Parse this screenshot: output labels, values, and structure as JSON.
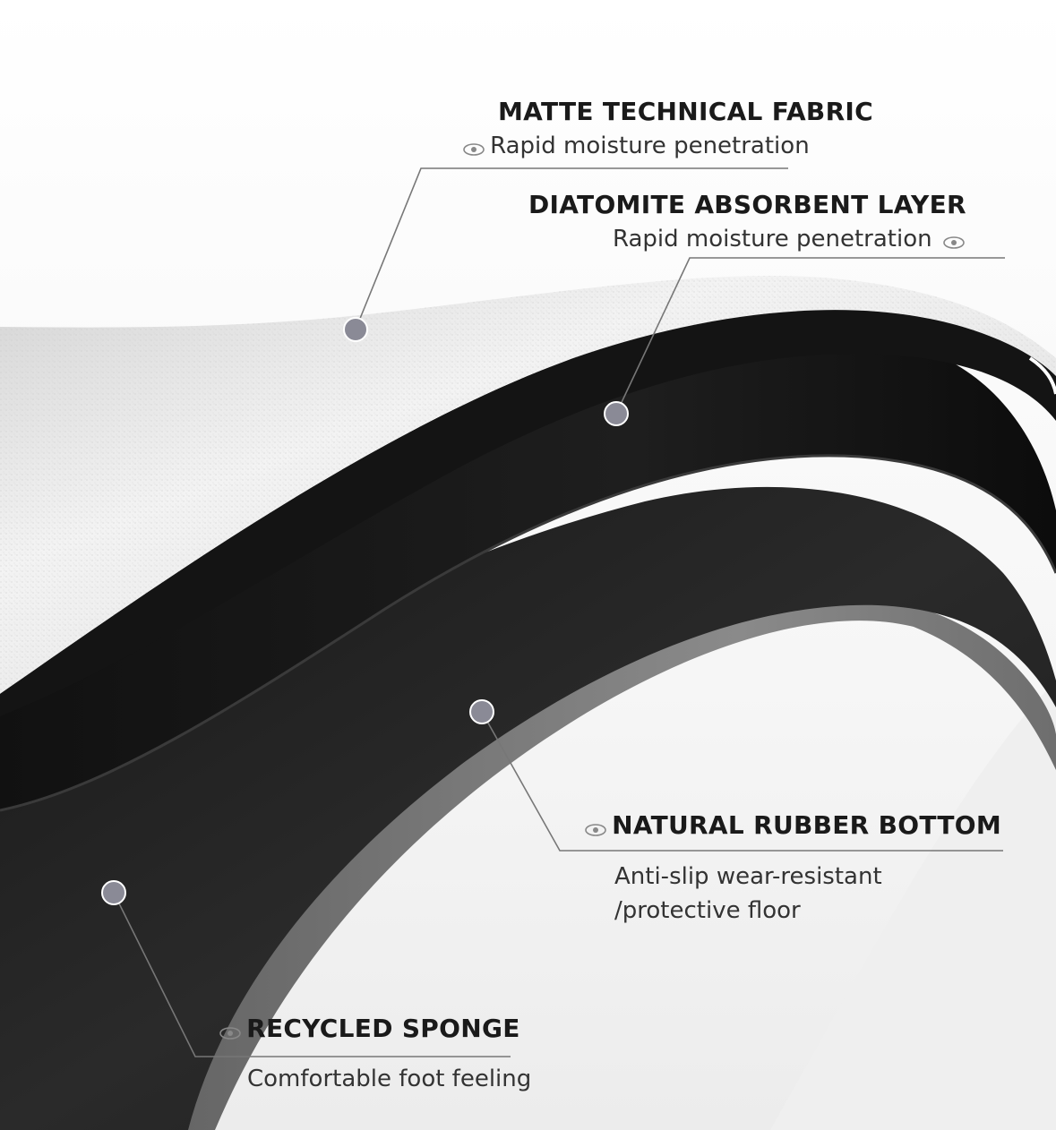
{
  "callouts": [
    {
      "title": "MATTE TECHNICAL FABRIC",
      "subtitle": "Rapid moisture penetration"
    },
    {
      "title": "DIATOMITE ABSORBENT LAYER",
      "subtitle": "Rapid moisture penetration"
    },
    {
      "title": "NATURAL RUBBER BOTTOM",
      "subtitle_line1": "Anti-slip wear-resistant",
      "subtitle_line2": "/protective floor"
    },
    {
      "title": "RECYCLED SPONGE",
      "subtitle": "Comfortable foot feeling"
    }
  ],
  "colors": {
    "fabric": "#e6e6e6",
    "diatomite": "#161616",
    "sponge": "#202020",
    "rubber": "#6a6a6a",
    "leader_line": "#777777",
    "marker": "#8a8a96"
  },
  "icons": [
    "eye-icon"
  ]
}
